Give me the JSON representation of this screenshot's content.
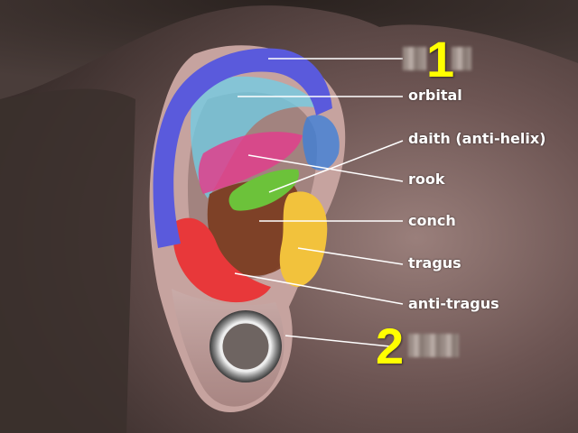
{
  "diagram": {
    "numbers": [
      "1",
      "2"
    ],
    "labels": {
      "orbital": "orbital",
      "daith": "daith (anti-helix)",
      "rook": "rook",
      "conch": "conch",
      "tragus": "tragus",
      "anti_tragus": "anti-tragus"
    },
    "colors": {
      "helix": "#5a5adc",
      "orbital": "#6fcfe8",
      "rook": "#e0408c",
      "daith": "#6cc23a",
      "conch": "#7a3a1e",
      "tragus": "#f2c23c",
      "anti_tragus": "#e8383a",
      "number": "#ffff00",
      "label": "#ffffff"
    }
  }
}
